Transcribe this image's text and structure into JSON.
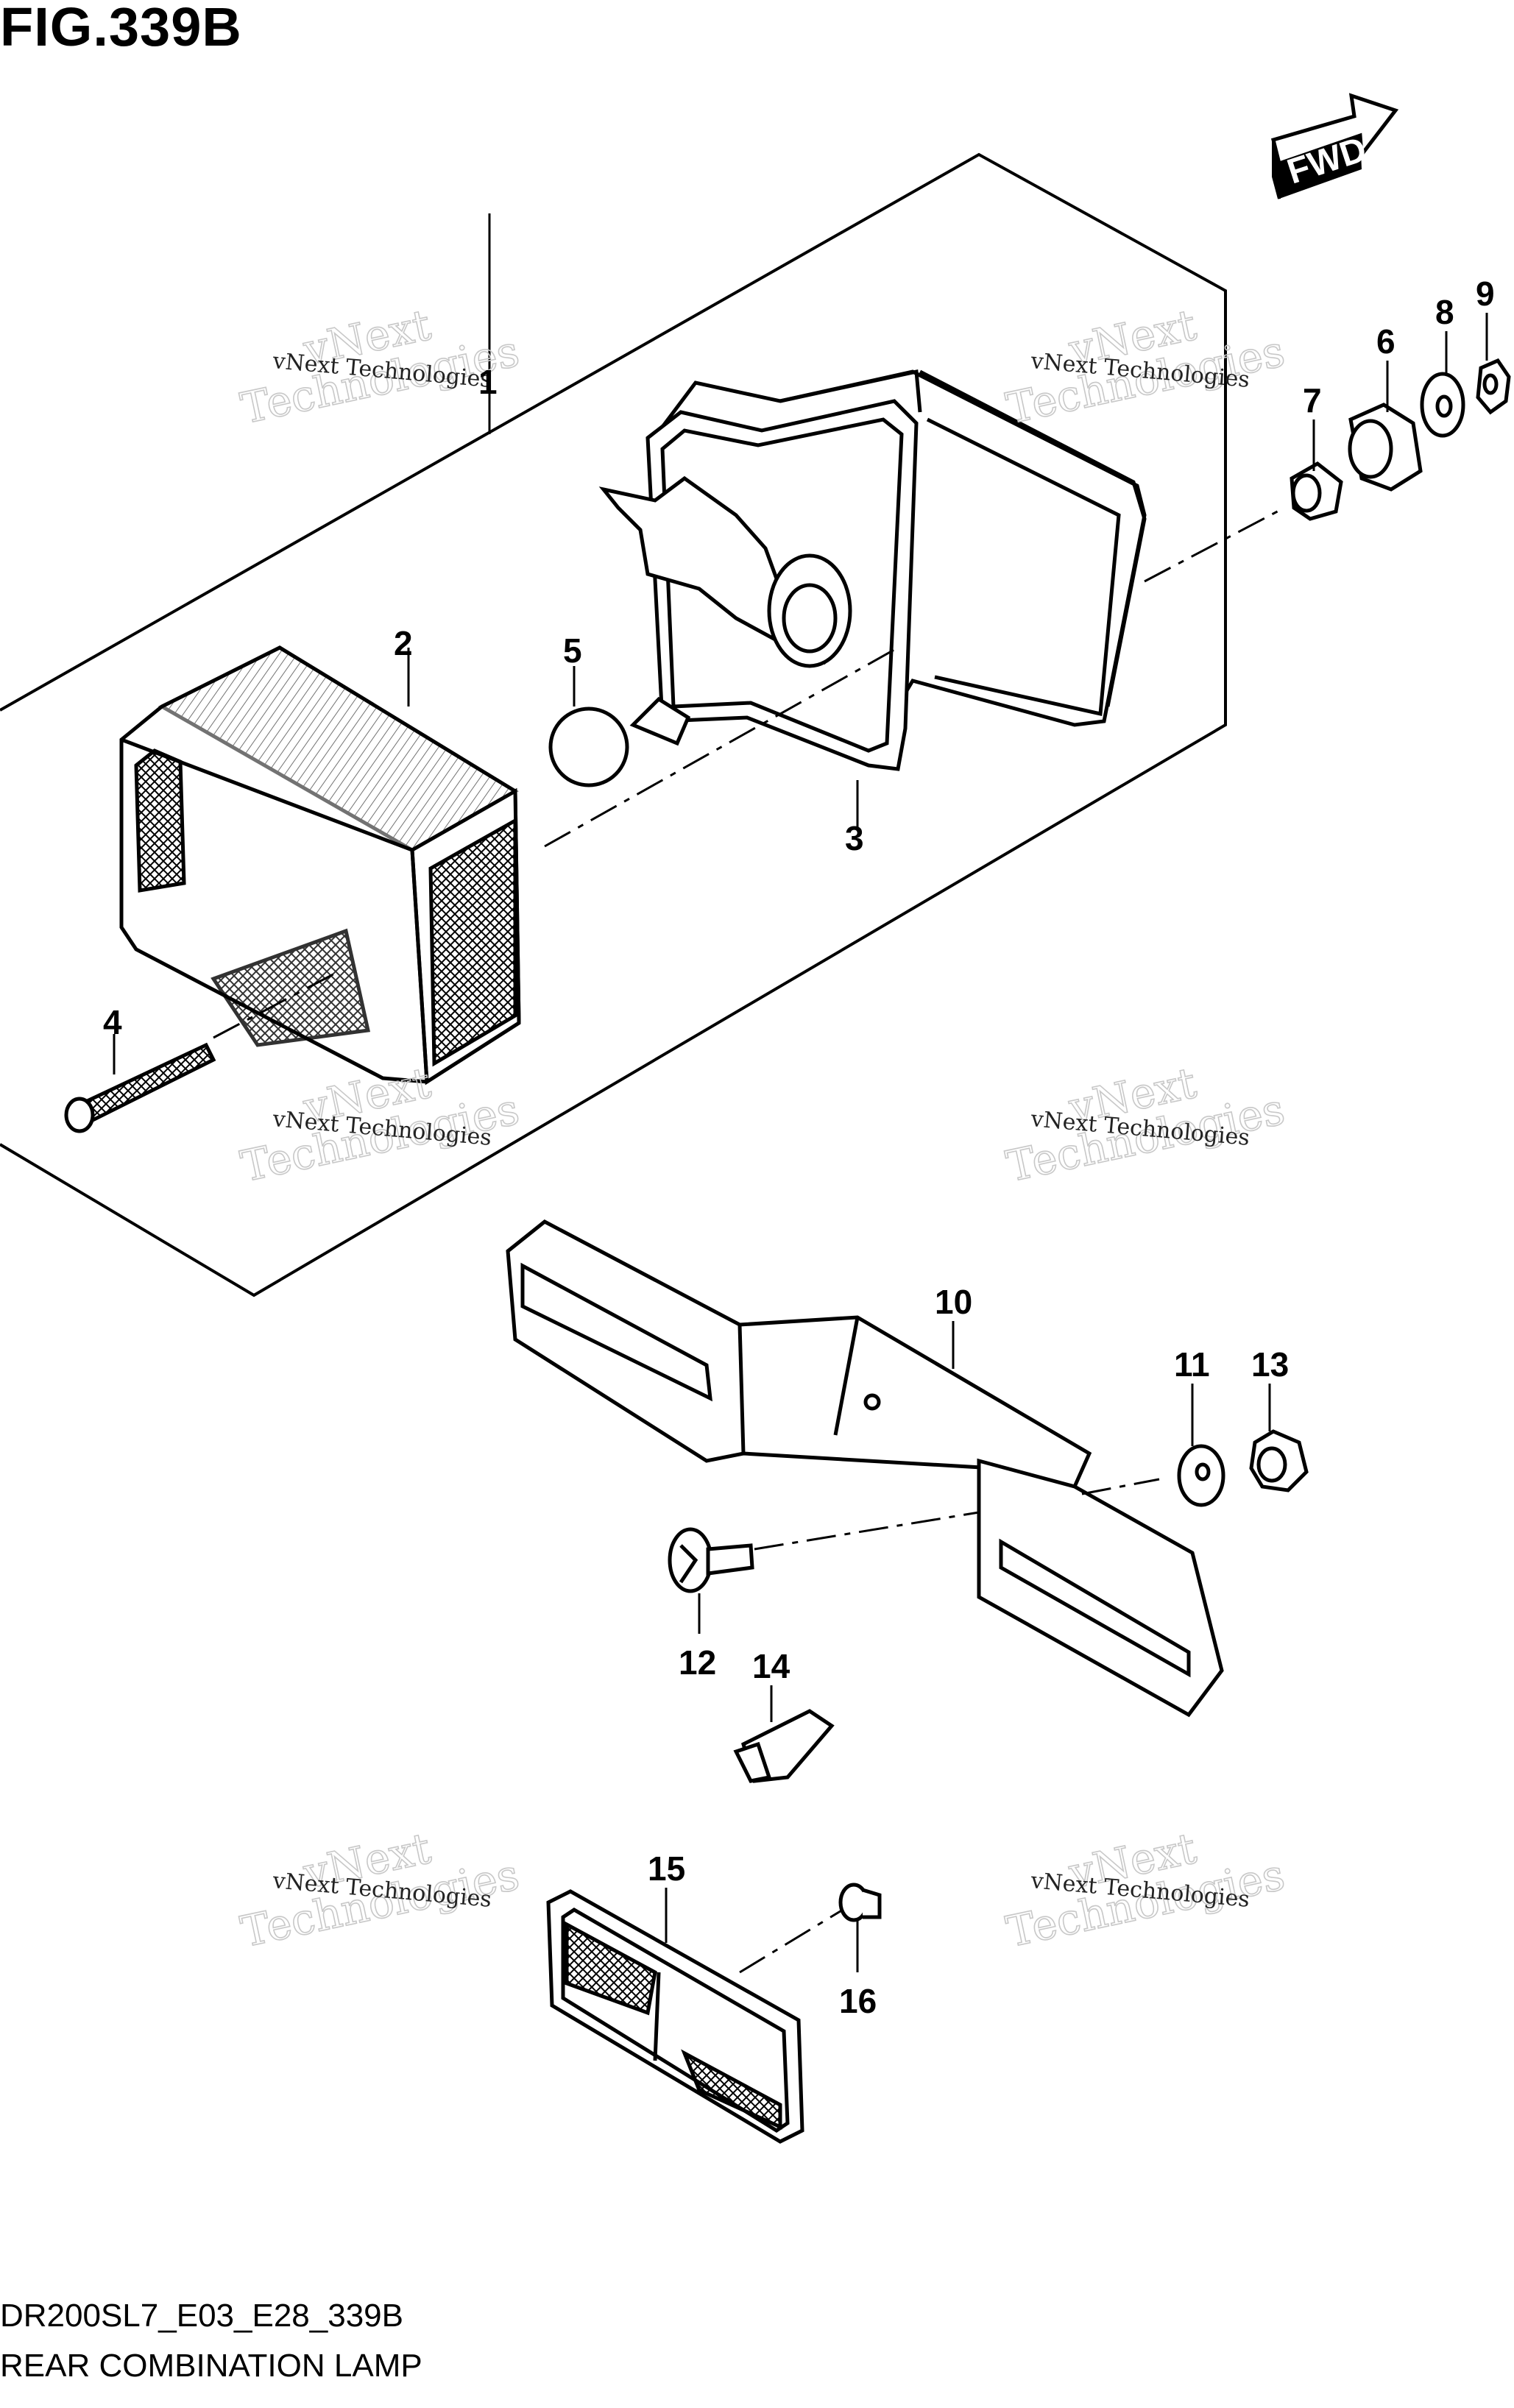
{
  "figure": {
    "title": "FIG.339B",
    "code": "DR200SL7_E03_E28_339B",
    "name": "REAR COMBINATION LAMP",
    "fwd_label": "FWD"
  },
  "watermark": {
    "line1": "vNext Technologies",
    "line2": "Technologies",
    "line3": "vNext"
  },
  "callouts": [
    "1",
    "2",
    "3",
    "4",
    "5",
    "6",
    "7",
    "8",
    "9",
    "10",
    "11",
    "12",
    "13",
    "14",
    "15",
    "16"
  ],
  "colors": {
    "ink": "#000000",
    "background": "#ffffff",
    "watermark": "#c8c8c8"
  }
}
